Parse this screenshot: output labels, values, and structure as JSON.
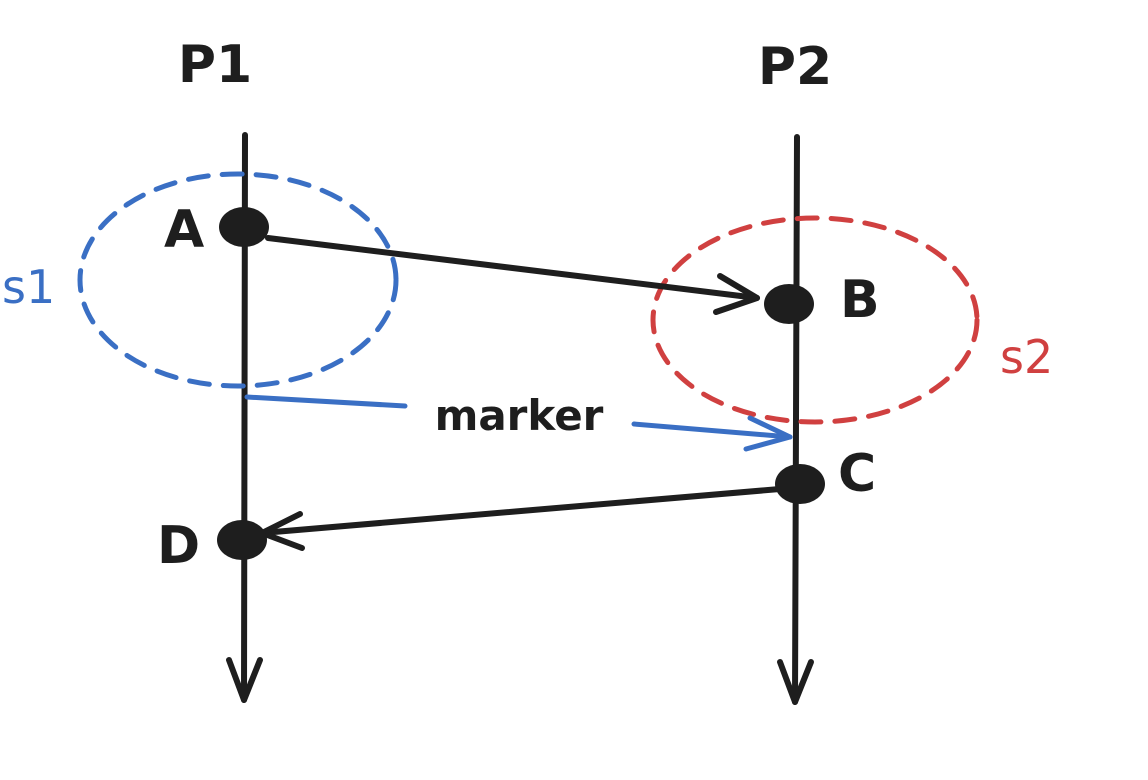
{
  "processes": {
    "p1": "P1",
    "p2": "P2"
  },
  "events": {
    "a": "A",
    "b": "B",
    "c": "C",
    "d": "D"
  },
  "snapshots": {
    "s1": "s1",
    "s2": "s2"
  },
  "marker_label": "marker",
  "colors": {
    "ink": "#1e1e1e",
    "blue": "#3a6fc4",
    "red": "#d04040",
    "background": "#ffffff"
  }
}
